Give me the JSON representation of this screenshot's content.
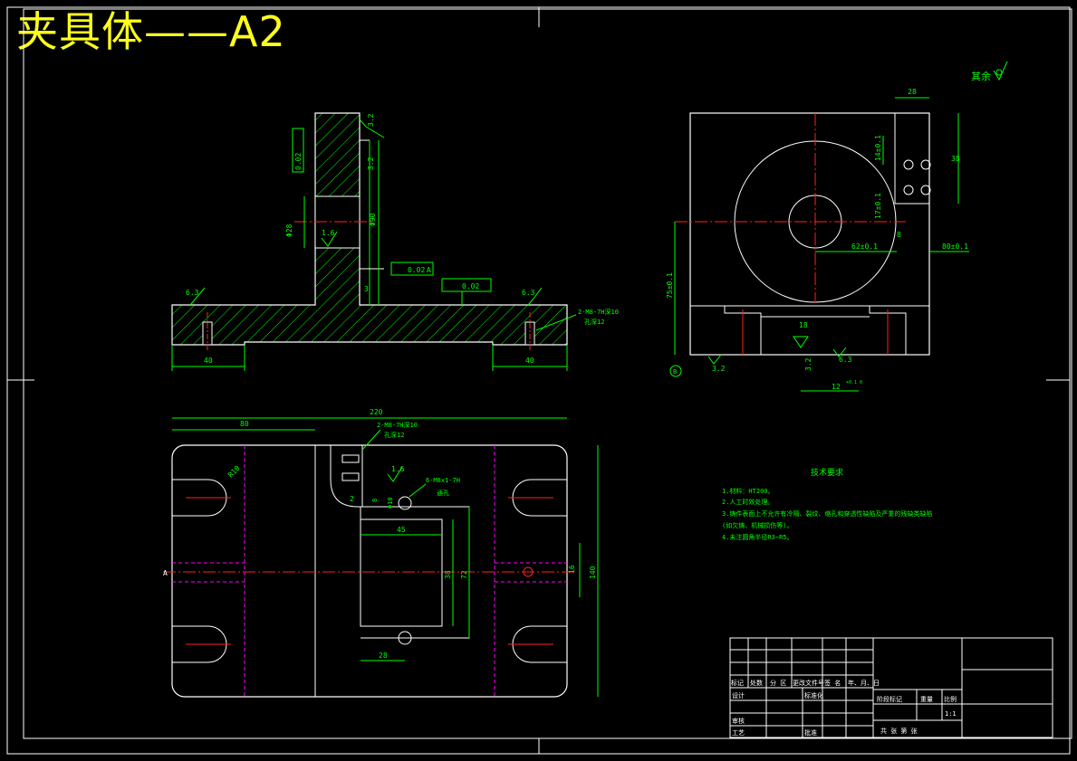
{
  "title": "夹具体——A2",
  "drawing": {
    "roughness_note": "其余",
    "front_view": {
      "callouts": {
        "flatness_tol": "0.02",
        "roughness_top": "3.2",
        "roughness_mid": "3.2",
        "bore_dim": "Φ28",
        "height_dim": "Φ90",
        "bore_rough": "1.6",
        "perp_tol": "0.02",
        "para_tol": "0.02",
        "datum_a": "A",
        "rough_left": "6.3",
        "rough_right": "6.3",
        "small_dim": "3",
        "left_width": "40",
        "right_width": "40",
        "hole_note_1": "2-M8-7H深10",
        "hole_note_2": "孔深12"
      }
    },
    "side_view": {
      "callouts": {
        "top_width": "28",
        "right_height": "38",
        "dim_a": "14±0.1",
        "dim_b": "17±0.1",
        "horiz_1": "62±0.1",
        "horiz_2": "80±0.1",
        "small_v": "8",
        "total_height": "75±0.1",
        "groove_dim": "18",
        "datum_b": "B",
        "rough_1": "3.2",
        "rough_2": "3.2",
        "rough_3": "6.3",
        "tol_1": "12",
        "tol_1_sup": "+0.1 0"
      }
    },
    "plan_view": {
      "callouts": {
        "overall_width": "220",
        "left_dim": "80",
        "hole_note_1": "2-M8-7H深10",
        "hole_note_2": "孔深12",
        "slot_r": "R10",
        "hole_spec": "6-M8x1-7H",
        "hole_spec_2": "通孔",
        "rough_mid": "1.6",
        "small_2": "2",
        "dim_45": "45",
        "dim_38": "38",
        "dim_72": "72",
        "dim_16": "16",
        "dim_140": "140",
        "dim_28": "28",
        "section_mark": "A",
        "phi_dim": "Φ10",
        "dim_8": "8"
      }
    },
    "tech_requirements": {
      "heading": "技术要求",
      "items": [
        "1.材料：HT200。",
        "2.人工时效处理。",
        "3.铸件表面上不允许有冷隔、裂纹、缩孔和穿透性缺陷及严重的残缺类缺陷",
        "(如欠铸、机械损伤等)。",
        "4.未注圆角半径R3~R5。"
      ]
    },
    "title_block": {
      "row_labels": [
        "标记",
        "处数",
        "分 区",
        "更改文件号",
        "签 名",
        "年、月、日"
      ],
      "design": "设计",
      "standardize": "标准化",
      "review": "审核",
      "process": "工艺",
      "approve": "批准",
      "stage_mark": "阶段标记",
      "weight": "重量",
      "scale_label": "比例",
      "scale": "1:1",
      "sheets": "共  张  第  张"
    }
  },
  "colors": {
    "background": "#000000",
    "title": "#ffff1e",
    "outline": "#ffffff",
    "dimension": "#00ff00",
    "centerline": "#ff2020",
    "hidden": "#ff00ff",
    "hatch": "#00ff00"
  }
}
